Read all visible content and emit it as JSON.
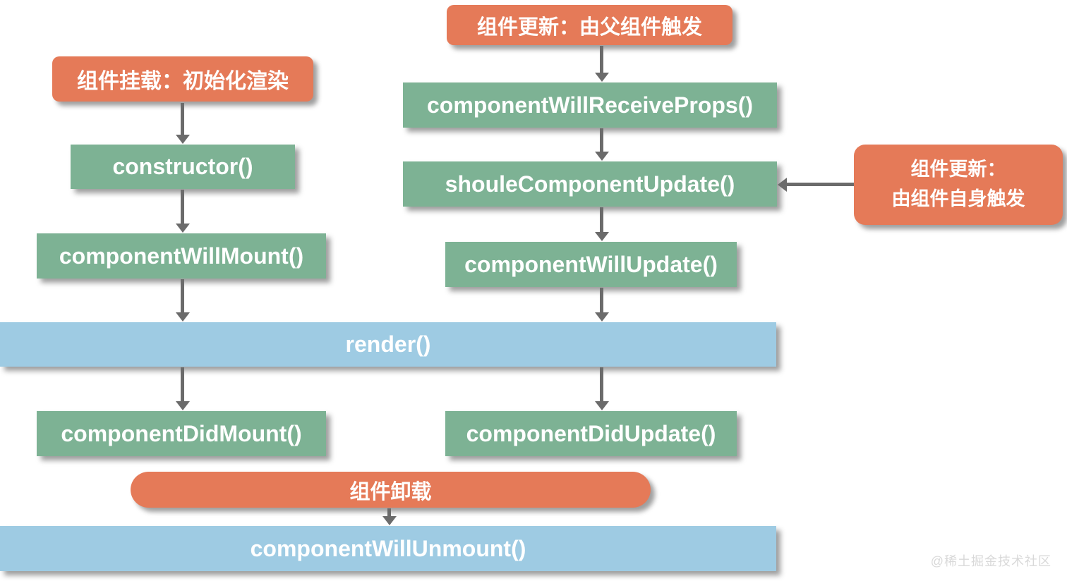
{
  "colors": {
    "orange": "#E57A58",
    "green": "#7DB294",
    "blue": "#9ECBE3",
    "arrow": "#6B6B6B",
    "watermark": "#D9D9D9"
  },
  "nodes": {
    "mount_phase": "组件挂载：初始化渲染",
    "ctor": "constructor()",
    "will_mount": "componentWillMount()",
    "render": "render()",
    "did_mount": "componentDidMount()",
    "unmount_phase": "组件卸载",
    "will_unmount": "componentWillUnmount()",
    "update_parent": "组件更新：由父组件触发",
    "will_receive_props": "componentWillReceiveProps()",
    "should_update": "shouleComponentUpdate()",
    "will_update": "componentWillUpdate()",
    "did_update": "componentDidUpdate()",
    "update_self_line1": "组件更新：",
    "update_self_line2": "由组件自身触发"
  },
  "watermark": {
    "text": "@稀土掘金技术社区"
  }
}
